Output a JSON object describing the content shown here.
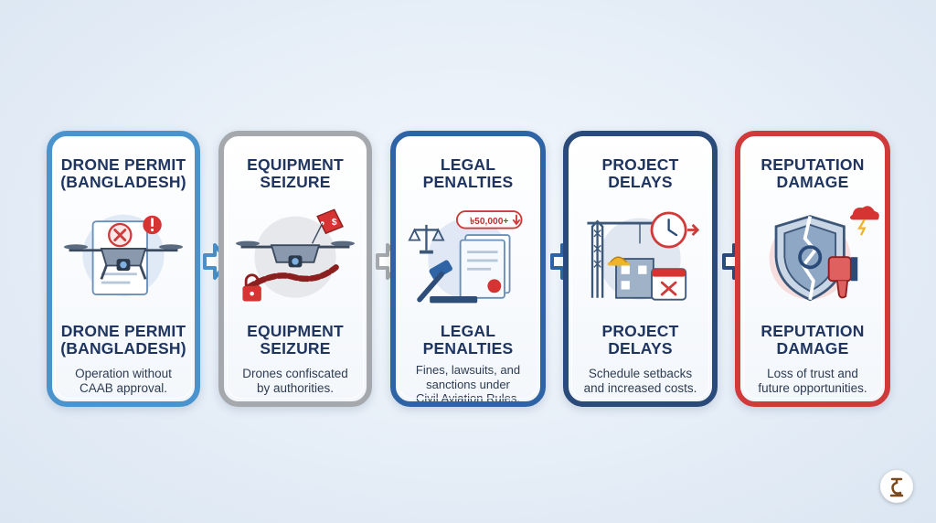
{
  "cards": [
    {
      "title": "DRONE PERMIT\n(BANGLADESH)",
      "subtitle": "DRONE PERMIT\n(BANGLADESH)",
      "description": "Operation without\nCAAB approval.",
      "color": "#4b93cc"
    },
    {
      "title": "EQUIPMENT\nSEIZURE",
      "subtitle": "EQUIPMENT\nSEIZURE",
      "description": "Drones confiscated\nby authorities.",
      "color": "#a5a9ae"
    },
    {
      "title": "LEGAL\nPENALTIES",
      "subtitle": "LEGAL\nPENALTIES",
      "description": "Fines, lawsuits, and\nsanctions under\nCivil Aviation Rules.",
      "color": "#2e64a6",
      "fine_tag": "৳50,000+"
    },
    {
      "title": "PROJECT\nDELAYS",
      "subtitle": "PROJECT\nDELAYS",
      "description": "Schedule setbacks\nand increased costs.",
      "color": "#2a4a79"
    },
    {
      "title": "REPUTATION\nDAMAGE",
      "subtitle": "REPUTATION\nDAMAGE",
      "description": "Loss of trust and\nfuture opportunities.",
      "color": "#d03a3a"
    }
  ],
  "icons": [
    "drone-document-error-icon",
    "drone-chained-padlock-icon",
    "gavel-scales-document-icon",
    "crane-clock-calendar-icon",
    "broken-shield-thumbs-down-icon"
  ],
  "arrow_color": "#4a90c8"
}
